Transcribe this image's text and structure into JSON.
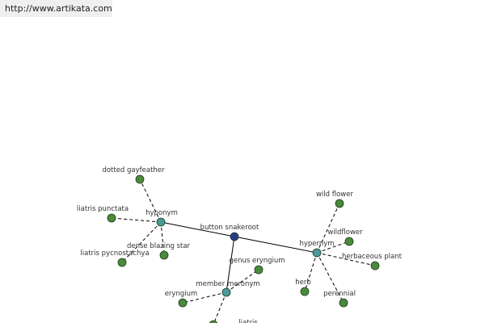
{
  "url": "http://www.artikata.com",
  "colors": {
    "leaf_node": "#4a8a3a",
    "relation_node": "#4a9a9a",
    "center_node": "#2a3a8a",
    "edge": "#000000"
  },
  "nodes": [
    {
      "id": "center",
      "label": "button snakeroot",
      "kind": "center"
    },
    {
      "id": "hyponym",
      "label": "hyponym",
      "kind": "relation"
    },
    {
      "id": "hypernym",
      "label": "hypernym",
      "kind": "relation"
    },
    {
      "id": "member_meronym",
      "label": "member meronym",
      "kind": "relation"
    },
    {
      "id": "dotted_gayfeather",
      "label": "dotted gayfeather",
      "kind": "leaf"
    },
    {
      "id": "liatris_punctata",
      "label": "liatris punctata",
      "kind": "leaf"
    },
    {
      "id": "dense_blazing_star",
      "label": "dense blazing star",
      "kind": "leaf"
    },
    {
      "id": "liatris_pycnostachya",
      "label": "liatris pycnostachya",
      "kind": "leaf"
    },
    {
      "id": "wild_flower",
      "label": "wild flower",
      "kind": "leaf"
    },
    {
      "id": "wildflower",
      "label": "wildflower",
      "kind": "leaf"
    },
    {
      "id": "herbaceous_plant",
      "label": "herbaceous plant",
      "kind": "leaf"
    },
    {
      "id": "herb",
      "label": "herb",
      "kind": "leaf"
    },
    {
      "id": "perennial",
      "label": "perennial",
      "kind": "leaf"
    },
    {
      "id": "genus_eryngium",
      "label": "genus eryngium",
      "kind": "leaf"
    },
    {
      "id": "eryngium",
      "label": "eryngium",
      "kind": "leaf"
    },
    {
      "id": "liatris",
      "label": "liatris",
      "kind": "leaf"
    }
  ],
  "edges": [
    {
      "from": "center",
      "to": "hyponym",
      "style": "solid"
    },
    {
      "from": "center",
      "to": "hypernym",
      "style": "solid"
    },
    {
      "from": "center",
      "to": "member_meronym",
      "style": "solid"
    },
    {
      "from": "hyponym",
      "to": "dotted_gayfeather",
      "style": "dashed"
    },
    {
      "from": "hyponym",
      "to": "liatris_punctata",
      "style": "dashed"
    },
    {
      "from": "hyponym",
      "to": "dense_blazing_star",
      "style": "dashed"
    },
    {
      "from": "hyponym",
      "to": "liatris_pycnostachya",
      "style": "dashed"
    },
    {
      "from": "hypernym",
      "to": "wild_flower",
      "style": "dashed"
    },
    {
      "from": "hypernym",
      "to": "wildflower",
      "style": "dashed"
    },
    {
      "from": "hypernym",
      "to": "herbaceous_plant",
      "style": "dashed"
    },
    {
      "from": "hypernym",
      "to": "herb",
      "style": "dashed"
    },
    {
      "from": "hypernym",
      "to": "perennial",
      "style": "dashed"
    },
    {
      "from": "member_meronym",
      "to": "genus_eryngium",
      "style": "dashed"
    },
    {
      "from": "member_meronym",
      "to": "eryngium",
      "style": "dashed"
    },
    {
      "from": "member_meronym",
      "to": "liatris",
      "style": "dashed"
    }
  ]
}
